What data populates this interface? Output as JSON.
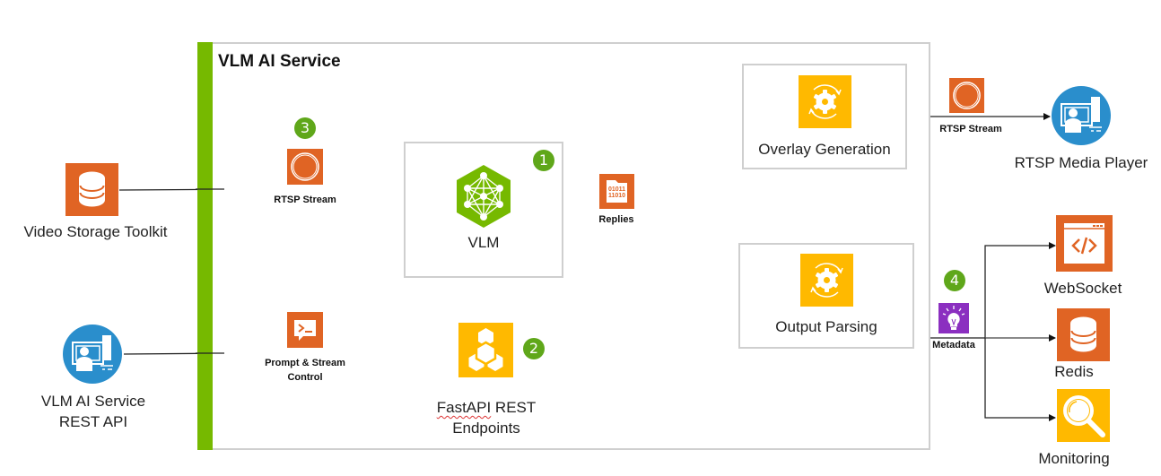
{
  "colors": {
    "green": "#76b900",
    "orange": "#e06424",
    "yellow": "#ffb900",
    "blue": "#2a8ecc",
    "purple": "#8b2fc0",
    "box_border": "#cfcfcf",
    "line": "#222222"
  },
  "container": {
    "title": "VLM AI Service"
  },
  "external_inputs": {
    "video_storage": {
      "label": "Video Storage Toolkit",
      "icon": "database-icon"
    },
    "rest_api": {
      "label_line1": "VLM AI Service",
      "label_line2": "REST API",
      "icon": "user-workstation-icon"
    }
  },
  "components": {
    "vlm": {
      "label": "VLM",
      "badge": "1",
      "icon": "neural-network-icon"
    },
    "fastapi": {
      "label_line1_a": "FastAPI",
      "label_line1_b": " REST",
      "label_line2": "Endpoints",
      "badge": "2",
      "icon": "hexagon-cluster-icon"
    },
    "overlay": {
      "label": "Overlay Generation",
      "icon": "gear-cycle-icon"
    },
    "parsing": {
      "label": "Output Parsing",
      "icon": "gear-cycle-icon"
    }
  },
  "connections": {
    "rtsp_in": {
      "label": "RTSP Stream",
      "badge": "3",
      "icon": "play-icon"
    },
    "prompt": {
      "label_line1": "Prompt & Stream",
      "label_line2": "Control",
      "icon": "terminal-chat-icon"
    },
    "replies": {
      "label": "Replies",
      "icon": "binary-file-icon",
      "binary_line1": "01011",
      "binary_line2": "11010"
    },
    "rtsp_out": {
      "label": "RTSP Stream",
      "icon": "play-icon"
    },
    "metadata": {
      "label": "Metadata",
      "badge": "4",
      "icon": "lightbulb-icon"
    }
  },
  "outputs": {
    "media_player": {
      "label": "RTSP Media Player",
      "icon": "user-workstation-icon"
    },
    "websocket": {
      "label": "WebSocket",
      "icon": "code-window-icon"
    },
    "redis": {
      "label": "Redis",
      "icon": "database-icon"
    },
    "monitoring": {
      "label": "Monitoring",
      "icon": "magnifier-icon"
    }
  }
}
